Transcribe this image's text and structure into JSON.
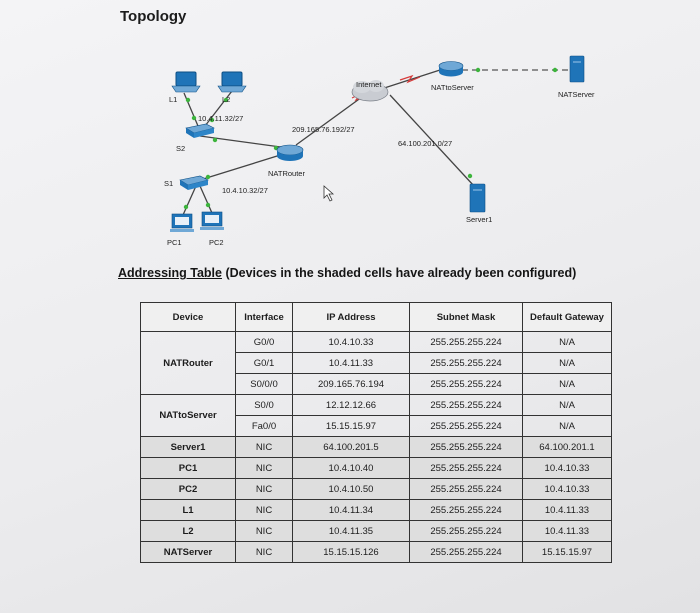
{
  "title": "Topology",
  "topology": {
    "devices": {
      "L1": "L1",
      "L2": "L2",
      "S2": "S2",
      "S1": "S1",
      "PC1": "PC1",
      "PC2": "PC2",
      "NATRouter": "NATRouter",
      "Internet": "Internet",
      "NATtoServer": "NATtoServer",
      "NATServer": "NATServer",
      "Server1": "Server1"
    },
    "networks": {
      "lan_l": "10.4.11.32/27",
      "lan_pc": "10.4.10.32/27",
      "wan": "209.165.76.192/27",
      "server_net": "64.100.201.0/27"
    }
  },
  "heading": {
    "label": "Addressing Table",
    "note": " (Devices in the shaded cells have already been configured)"
  },
  "table": {
    "headers": [
      "Device",
      "Interface",
      "IP Address",
      "Subnet Mask",
      "Default Gateway"
    ],
    "groups": [
      {
        "device": "NATRouter",
        "shaded": false,
        "rows": [
          [
            "G0/0",
            "10.4.10.33",
            "255.255.255.224",
            "N/A"
          ],
          [
            "G0/1",
            "10.4.11.33",
            "255.255.255.224",
            "N/A"
          ],
          [
            "S0/0/0",
            "209.165.76.194",
            "255.255.255.224",
            "N/A"
          ]
        ]
      },
      {
        "device": "NATtoServer",
        "shaded": false,
        "rows": [
          [
            "S0/0",
            "12.12.12.66",
            "255.255.255.224",
            "N/A"
          ],
          [
            "Fa0/0",
            "15.15.15.97",
            "255.255.255.224",
            "N/A"
          ]
        ]
      },
      {
        "device": "Server1",
        "shaded": true,
        "rows": [
          [
            "NIC",
            "64.100.201.5",
            "255.255.255.224",
            "64.100.201.1"
          ]
        ]
      },
      {
        "device": "PC1",
        "shaded": true,
        "rows": [
          [
            "NIC",
            "10.4.10.40",
            "255.255.255.224",
            "10.4.10.33"
          ]
        ]
      },
      {
        "device": "PC2",
        "shaded": true,
        "rows": [
          [
            "NIC",
            "10.4.10.50",
            "255.255.255.224",
            "10.4.10.33"
          ]
        ]
      },
      {
        "device": "L1",
        "shaded": true,
        "rows": [
          [
            "NIC",
            "10.4.11.34",
            "255.255.255.224",
            "10.4.11.33"
          ]
        ]
      },
      {
        "device": "L2",
        "shaded": true,
        "rows": [
          [
            "NIC",
            "10.4.11.35",
            "255.255.255.224",
            "10.4.11.33"
          ]
        ]
      },
      {
        "device": "NATServer",
        "shaded": true,
        "rows": [
          [
            "NIC",
            "15.15.15.126",
            "255.255.255.224",
            "15.15.15.97"
          ]
        ]
      }
    ]
  }
}
